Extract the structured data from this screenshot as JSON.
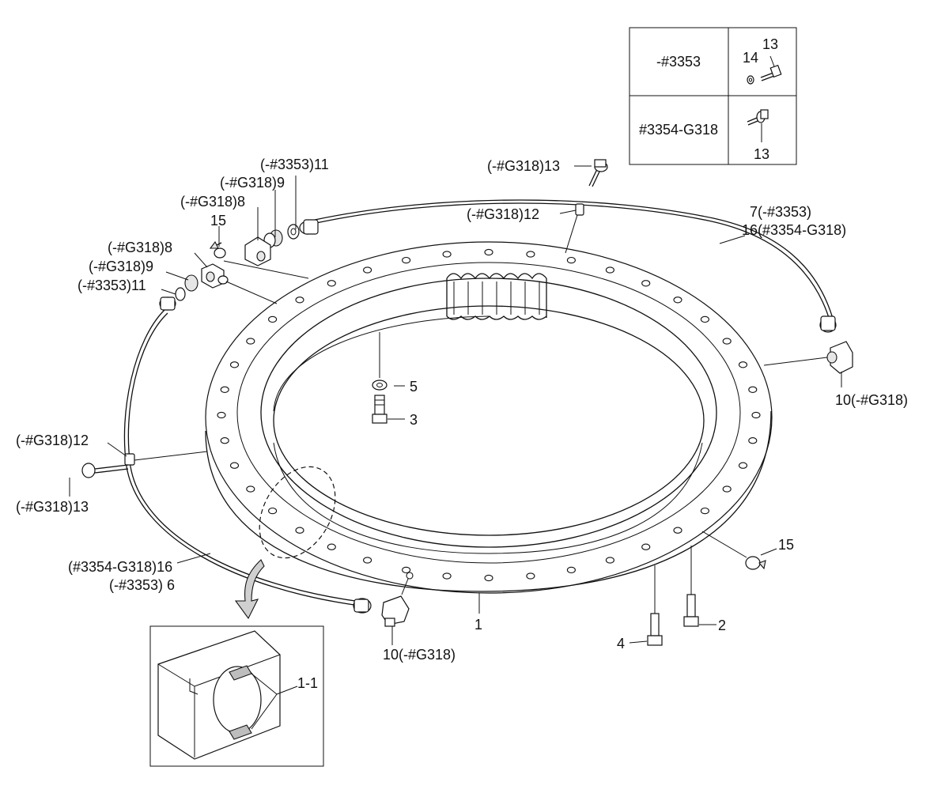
{
  "table": {
    "row1": {
      "serial": "-#3353",
      "label_a": "14",
      "label_b": "13"
    },
    "row2": {
      "serial": "#3354-G318",
      "label": "13"
    }
  },
  "callouts": {
    "c1": "(-#3353)11",
    "c2": "(-#G318)9",
    "c3": "(-#G318)8",
    "c4": "15",
    "c5": "(-#G318)8",
    "c6": "(-#G318)9",
    "c7": "(-#3353)11",
    "c8": "(-#G318)13",
    "c9": "(-#G318)12",
    "c10": "7(-#3353)",
    "c11": "16(#3354-G318)",
    "c12": "5",
    "c13": "3",
    "c14": "10(-#G318)",
    "c15": "(-#G318)12",
    "c16": "(-#G318)13",
    "c17": "(#3354-G318)16",
    "c18": "(-#3353) 6",
    "c19": "15",
    "c20": "1",
    "c21": "2",
    "c22": "4",
    "c23": "10(-#G318)",
    "c24": "1-1"
  }
}
